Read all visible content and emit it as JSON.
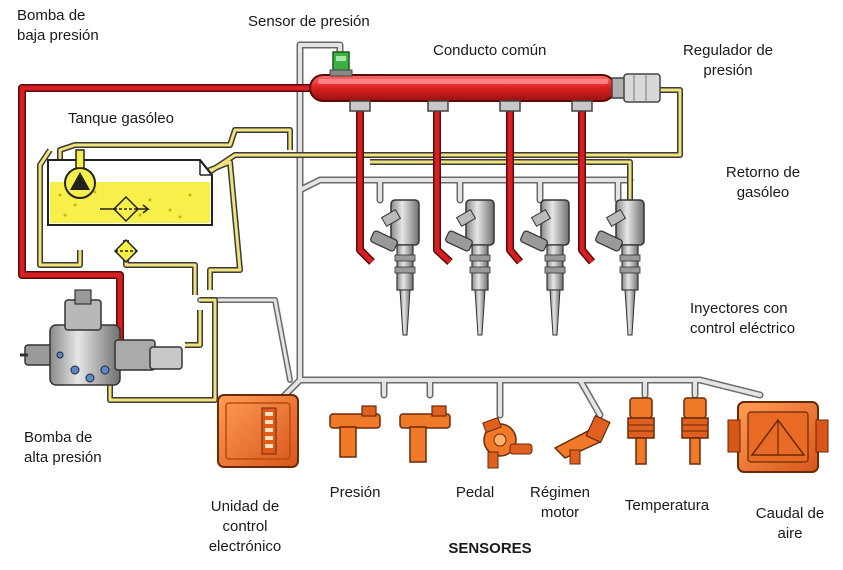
{
  "labels": {
    "low_pump_1": "Bomba de",
    "low_pump_2": "baja presión",
    "pressure_sensor": "Sensor de presión",
    "common_rail": "Conducto común",
    "regulator_1": "Regulador de",
    "regulator_2": "presión",
    "tank": "Tanque gasóleo",
    "return_1": "Retorno de",
    "return_2": "gasóleo",
    "injectors_1": "Inyectores con",
    "injectors_2": "control eléctrico",
    "high_pump_1": "Bomba de",
    "high_pump_2": "alta presión",
    "ecu_1": "Unidad de",
    "ecu_2": "control",
    "ecu_3": "electrónico",
    "sensor_pressure": "Presión",
    "sensor_pedal": "Pedal",
    "sensor_rpm_1": "Régimen",
    "sensor_rpm_2": "motor",
    "sensor_temp": "Temperatura",
    "sensor_air_1": "Caudal de",
    "sensor_air_2": "aire",
    "sensors_heading": "SENSORES"
  },
  "colors": {
    "high_pressure": "#d42020",
    "low_pressure": "#f2e27a",
    "return_line": "#f2e27a",
    "wiring": "#c8c8c8",
    "component_orange": "#f07a2a",
    "fuel_yellow": "#f7f04a",
    "sensor_green": "#3cb043"
  },
  "icons": [
    "low-pressure-pump-icon",
    "high-pressure-pump-icon",
    "fuel-tank-icon",
    "fuel-filter-icon",
    "pressure-sensor-icon",
    "common-rail-icon",
    "pressure-regulator-icon",
    "injector-icon",
    "ecu-icon",
    "pressure-sensor-device-icon",
    "pedal-sensor-icon",
    "rpm-sensor-icon",
    "temperature-sensor-icon",
    "airflow-meter-icon"
  ]
}
